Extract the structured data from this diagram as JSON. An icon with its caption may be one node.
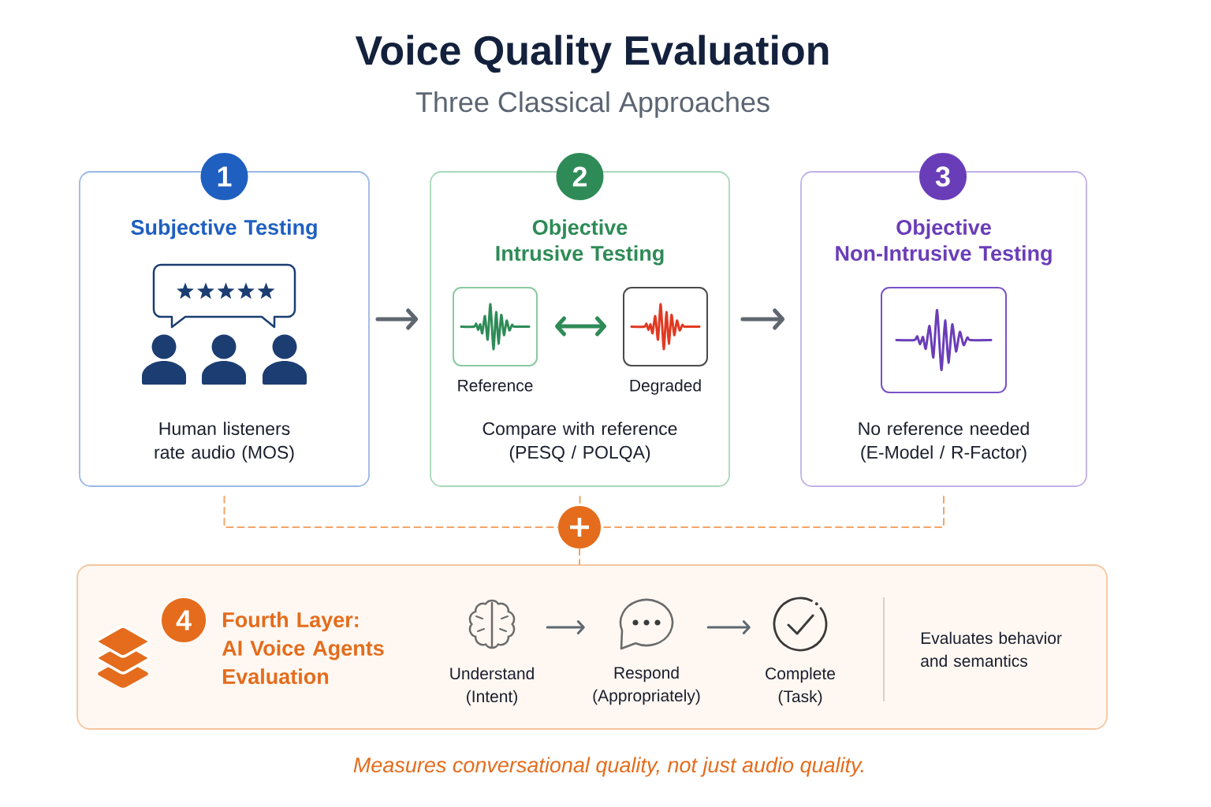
{
  "diagram": {
    "title": "Voice Quality Evaluation",
    "caption": "Measures conversational quality, not just audio quality.",
    "nodes": [
      {
        "text": [
          "1"
        ]
      },
      {
        "text": [
          "Subjective Testing",
          "Human listeners rate audio (MOS)"
        ]
      },
      {
        "text": [
          "2"
        ]
      },
      {
        "text": [
          "Objective Intrusive Testing",
          "Compare with reference (PESQ / POLQA)"
        ]
      },
      {
        "text": [],
        "shape": "box",
        "beside": [
          "Reference"
        ],
        "in": 3
      },
      {
        "text": [],
        "shape": "box",
        "beside": [
          "Degraded"
        ],
        "in": 3
      },
      {
        "text": [
          "3"
        ]
      },
      {
        "text": [
          "Objective Non-Intrusive Testing",
          "No reference needed (E-Model / R-Factor)"
        ]
      },
      {
        "text": [],
        "shape": "box",
        "in": 7
      },
      {
        "text": [],
        "shape": "circle"
      },
      {
        "text": [
          "Fourth Layer:",
          "AI Voice Agents Evaluation",
          "Evaluates behavior and semantics"
        ]
      },
      {
        "text": [
          "4"
        ],
        "in": 10
      },
      {
        "text": [],
        "shape": "picture",
        "beside": [
          "Understand (Intent)"
        ],
        "in": 10
      },
      {
        "text": [],
        "shape": "picture",
        "beside": [
          "Respond (Appropriately)"
        ],
        "in": 10
      },
      {
        "text": [],
        "shape": "picture",
        "beside": [
          "Complete (Task)"
        ],
        "in": 10
      }
    ],
    "edges": [
      {
        "from": 1,
        "to": 3,
        "arrow": "to"
      },
      {
        "from": 3,
        "to": 7,
        "arrow": "to"
      },
      {
        "from": 4,
        "to": 5,
        "arrow": "both",
        "color": "#2e8b57"
      },
      {
        "from": 1,
        "to": 9,
        "arrow": "none",
        "style": "dashed",
        "color": "#f2a468"
      },
      {
        "from": 3,
        "to": 9,
        "arrow": "none",
        "style": "dashed",
        "color": "#f2a468"
      },
      {
        "from": 7,
        "to": 9,
        "arrow": "none",
        "style": "dashed",
        "color": "#f2a468"
      },
      {
        "from": 9,
        "to": 10,
        "arrow": "none",
        "style": "dashed",
        "color": "#f2a468"
      },
      {
        "from": 12,
        "to": 13,
        "arrow": "to"
      },
      {
        "from": 13,
        "to": 14,
        "arrow": "to"
      }
    ],
    "labels": [
      "Three Classical Approaches"
    ]
  }
}
